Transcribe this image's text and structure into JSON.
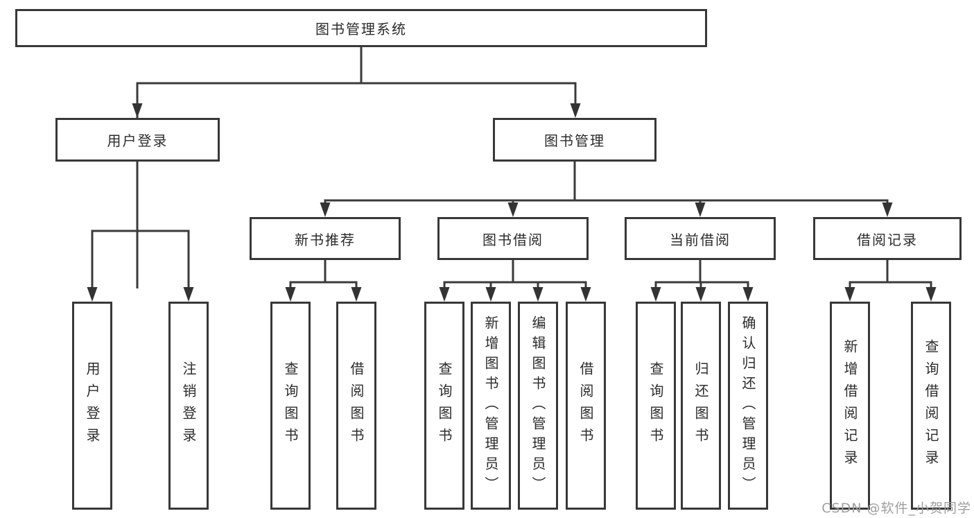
{
  "tree": {
    "label": "图书管理系统",
    "children": [
      {
        "label": "用户登录",
        "children": [
          {
            "label": "用户登录"
          },
          {
            "label": "注销登录"
          }
        ]
      },
      {
        "label": "图书管理",
        "children": [
          {
            "label": "新书推荐",
            "children": [
              {
                "label": "查询图书"
              },
              {
                "label": "借阅图书"
              }
            ]
          },
          {
            "label": "图书借阅",
            "children": [
              {
                "label": "查询图书"
              },
              {
                "label": "新增图书（管理员）"
              },
              {
                "label": "编辑图书（管理员）"
              },
              {
                "label": "借阅图书"
              }
            ]
          },
          {
            "label": "当前借阅",
            "children": [
              {
                "label": "查询图书"
              },
              {
                "label": "归还图书"
              },
              {
                "label": "确认归还（管理员）"
              }
            ]
          },
          {
            "label": "借阅记录",
            "children": [
              {
                "label": "新增借阅记录"
              },
              {
                "label": "查询借阅记录"
              }
            ]
          }
        ]
      }
    ]
  },
  "watermark": "CSDN @软件_小贺同学",
  "colors": {
    "line": "#3a3a3a",
    "box_border": "#383838",
    "text": "#2b2b2b",
    "watermark": "#9e9e9e",
    "background": "#ffffff"
  }
}
